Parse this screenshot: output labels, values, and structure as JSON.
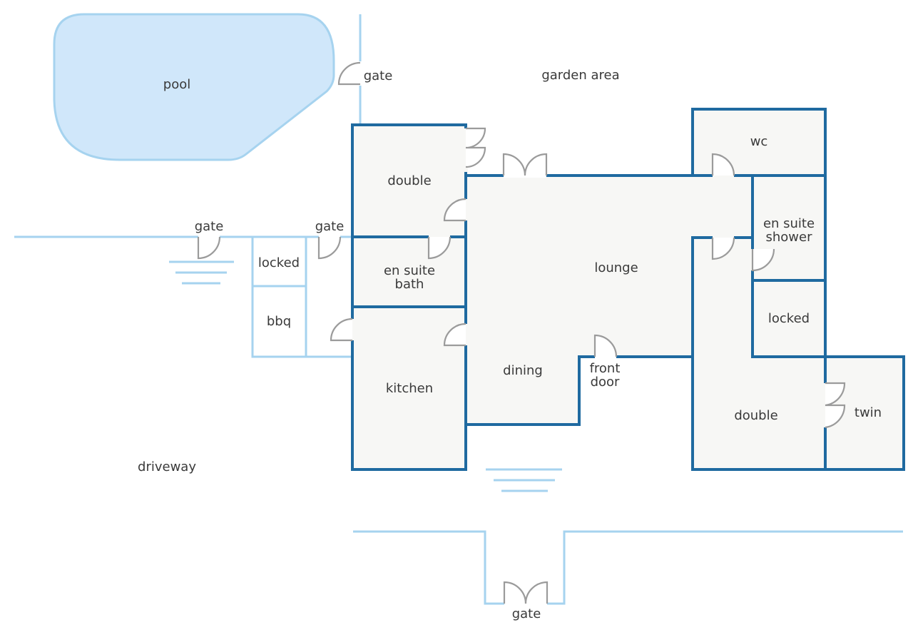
{
  "colors": {
    "wall": "#1f6aa0",
    "boundary": "#a6d3ef",
    "pool_fill": "#d0e7fa",
    "room_fill": "#f7f7f5",
    "door": "#9b9b9b"
  },
  "labels": {
    "pool": "pool",
    "garden_area": "garden area",
    "gate_top": "gate",
    "gate_left": "gate",
    "gate_mid": "gate",
    "gate_bottom": "gate",
    "locked_left": "locked",
    "bbq": "bbq",
    "double_top": "double",
    "en_suite_bath_1": "en suite",
    "en_suite_bath_2": "bath",
    "kitchen": "kitchen",
    "dining": "dining",
    "lounge": "lounge",
    "front_door_1": "front",
    "front_door_2": "door",
    "wc": "wc",
    "en_suite_shower_1": "en suite",
    "en_suite_shower_2": "shower",
    "locked_right": "locked",
    "double_right": "double",
    "twin": "twin",
    "driveway": "driveway"
  }
}
